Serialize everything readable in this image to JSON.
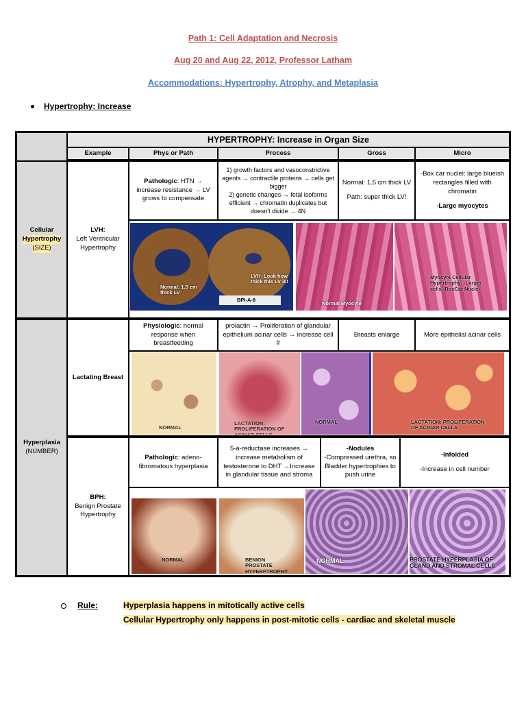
{
  "header": {
    "title": "Path 1: Cell Adaptation and Necrosis",
    "date": "Aug 20 and Aug 22, 2012, Professor Latham",
    "topic": "Accommodations: Hypertrophy, Atrophy, and Metaplasia"
  },
  "bullet": "Hypertrophy: Increase",
  "table": {
    "title": "HYPERTROPHY: Increase in Organ Size",
    "columns": [
      "Example",
      "Phys or Path",
      "Process",
      "Gross",
      "Micro"
    ],
    "row_groups": {
      "cellular": {
        "l1": "Cellular",
        "l2": "Hypertrophy",
        "l3": "(SIZE)"
      },
      "hyperplasia": {
        "l1": "Hyperplasia",
        "l2": "(NUMBER)"
      }
    },
    "lvh": {
      "example_l1": "LVH:",
      "example_l2": "Left Ventricular",
      "example_l3": "Hypertrophy",
      "phys_bold": "Pathologic",
      "phys_rest": ": HTN → increase resistance → LV grows to compensate",
      "process_1": "1) growth factors and vasoconstrictive agents → contractile proteins → cells get bigger",
      "process_2": "2) genetic changes → fetal isoforms efficient → chromatin duplicates but doesn't divide → 4N",
      "gross_1": "Normal: 1.5 cm thick LV",
      "gross_2": "Path: super thick LV!",
      "micro_1": "-Box car nuclei: large blueish rectangles filled with chromatin",
      "micro_2": "-Large myocytes",
      "cap_normal": "Normal: 1.5 cm thick LV",
      "cap_lvh": "LVH: Look how thick this LV is!",
      "cap_label": "BPI-A-8",
      "cap_myocyte": "Normal Myocyte",
      "cap_cellular": "Myocyte Cellular Hypertrophy: -Larger cells -BoxCar Nuclei"
    },
    "breast": {
      "example": "Lactating Breast",
      "phys_bold": "Physiologic",
      "phys_rest": ": normal response when breastfeeding",
      "process": "prolactin → Proliferation of glandular epithelium acinar cells → increase cell #",
      "gross": "Breasts enlarge",
      "micro": "More epithelial acinar cells",
      "cap_1": "NORMAL",
      "cap_2": "LACTATION: PROLIFERATION OF ACINAR CELLS",
      "cap_3": "NORMAL",
      "cap_4": "LACTATION: PROLIFERATION OF ACINAR CELLS"
    },
    "bph": {
      "example_l1": "BPH:",
      "example_l2": "Benign Prostate",
      "example_l3": "Hypertrophy",
      "phys_bold": "Pathologic",
      "phys_rest": ": adeno-fibromatous hyperplasia",
      "process": "5-a-reductase increases → increase metabolism of testosterone to DHT →Increase in glandular tissue and stroma",
      "gross_1": "-Nodules",
      "gross_2": "-Compressed urethra, so Bladder hypertrophies to push urine",
      "micro_1": "-Infolded",
      "micro_2": "-Increase in cell number",
      "cap_1": "NORMAL",
      "cap_2": "BENIGN PROSTATE HYPERPTROPHY",
      "cap_3": "NORMAL",
      "cap_4": "PROSTATE HYPERPLASIA OF GLAND AND STROMAL CELLS"
    }
  },
  "rule": {
    "label": "Rule:",
    "line1": "Hyperplasia happens in mitotically active cells",
    "line2": "Cellular Hypertrophy only happens in post-mitotic cells - cardiac and skeletal muscle"
  }
}
